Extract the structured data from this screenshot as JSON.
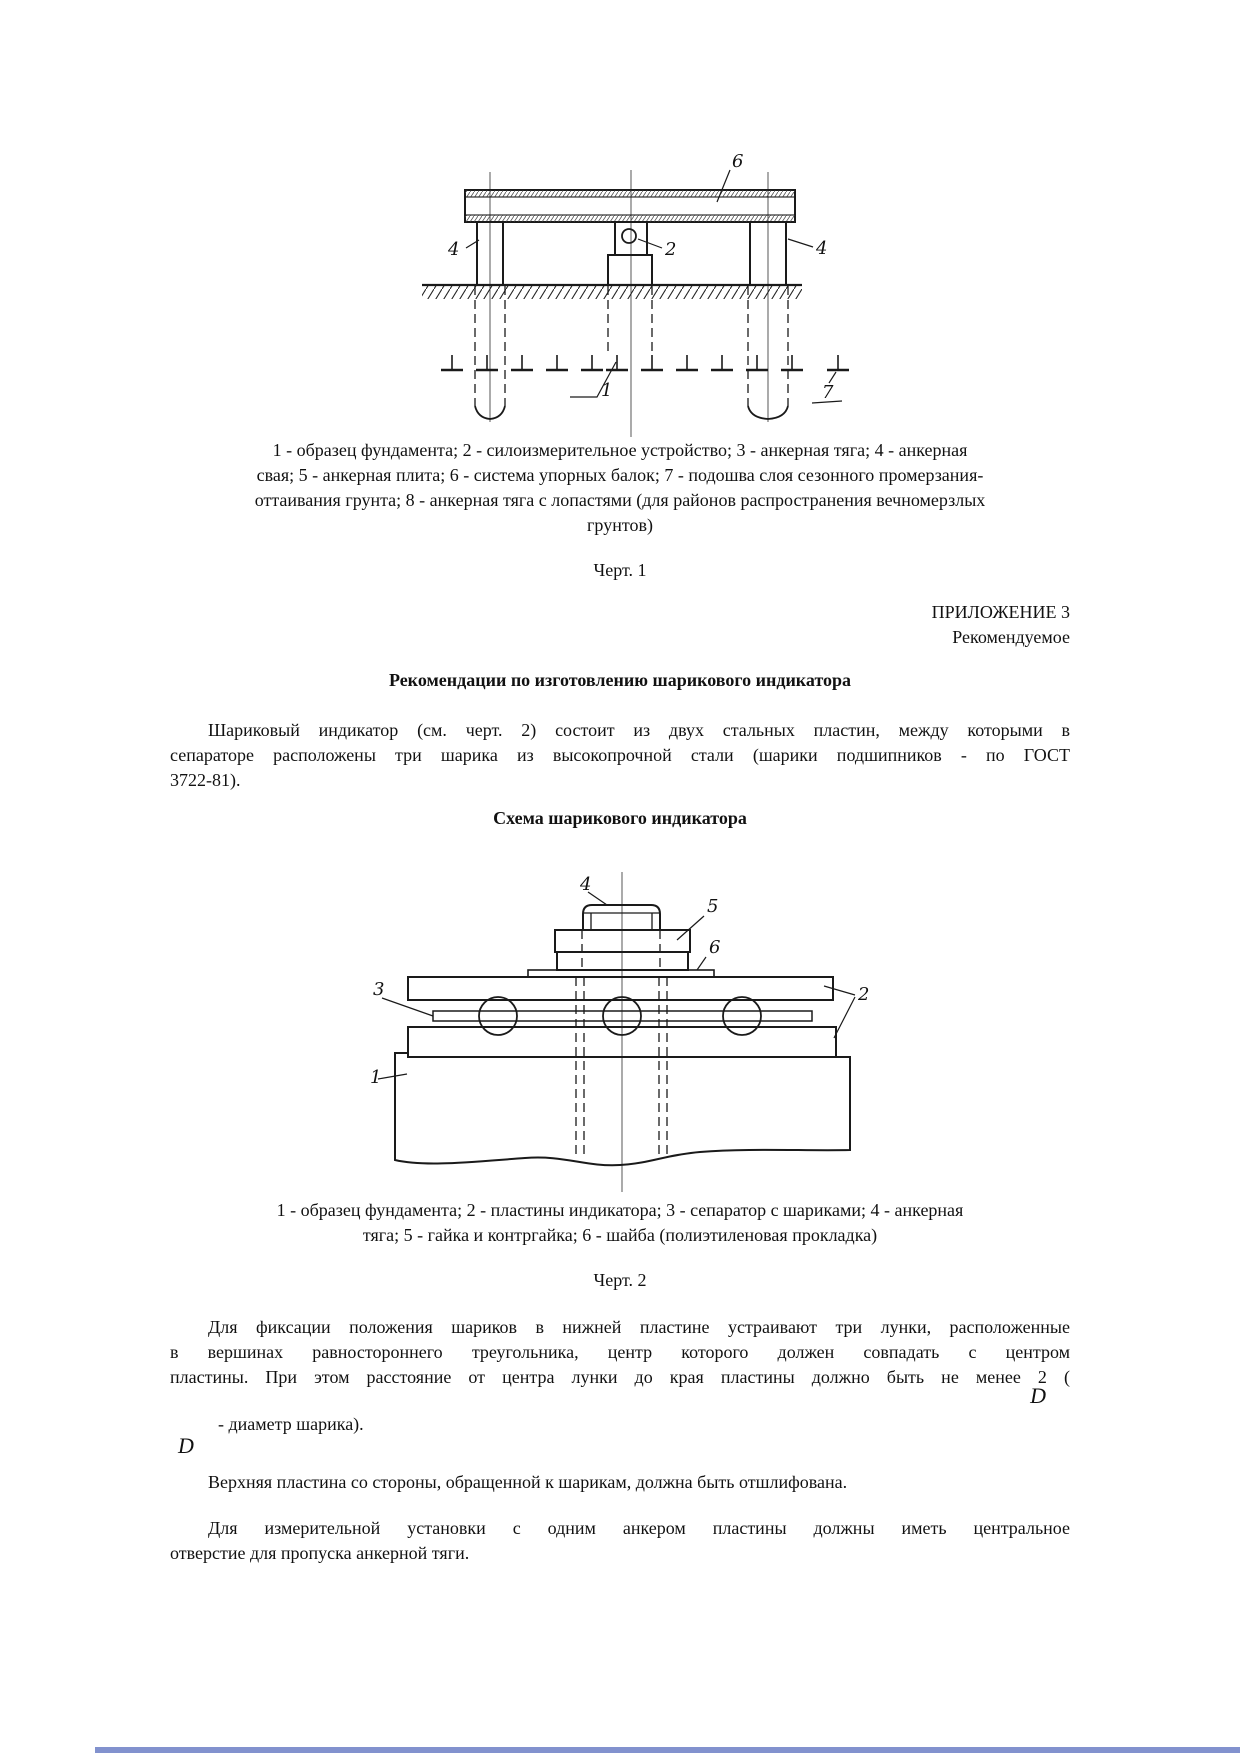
{
  "figure1": {
    "labels": {
      "anchor_pile_left": "4",
      "beam_system": "6",
      "load_device": "2",
      "anchor_pile_right": "4",
      "foundation_sample": "1",
      "frost_layer_sole": "7"
    },
    "caption_lines": [
      "1 - образец фундамента; 2 - силоизмерительное устройство; 3 - анкерная тяга; 4 - анкерная",
      "свая; 5 - анкерная плита; 6 - система упорных балок; 7 - подошва слоя сезонного промерзания-",
      "оттаивания грунта; 8 - анкерная тяга с лопастями (для районов распространения вечномерзлых",
      "грунтов)"
    ],
    "figure_number": "Черт. 1"
  },
  "appendix": {
    "title": "ПРИЛОЖЕНИЕ 3",
    "subtitle": "Рекомендуемое"
  },
  "section": {
    "heading": "Рекомендации по изготовлению шарикового индикатора",
    "para1_lines": [
      "Шариковый индикатор (см. черт. 2) состоит из двух стальных пластин, между которыми в",
      "сепараторе расположены три шарика из высокопрочной стали (шарики подшипников - по ГОСТ",
      "3722-81)."
    ],
    "scheme_heading": "Схема шарикового индикатора"
  },
  "figure2": {
    "labels": {
      "foundation_sample": "1",
      "indicator_plates": "2",
      "separator_with_balls": "3",
      "anchor_rod": "4",
      "nut_and_locknut": "5",
      "washer": "6"
    },
    "caption_lines": [
      "1 - образец фундамента; 2 - пластины индикатора; 3 - сепаратор с шариками; 4 - анкерная",
      "тяга; 5 - гайка и контргайка; 6 - шайба (полиэтиленовая прокладка)"
    ],
    "figure_number": "Черт. 2"
  },
  "body": {
    "para2_lines": [
      "Для фиксации положения шариков в нижней пластине устраивают три лунки, расположенные",
      "в вершинах равностороннего треугольника, центр которого должен совпадать с центром",
      "пластины. При этом расстояние  от центра лунки до края пластины должно быть не менее 2 ("
    ],
    "d_symbol_right": "D",
    "diameter_note": "- диаметр шарика).",
    "d_symbol_left": "D",
    "para3": "Верхняя пластина со стороны, обращенной к шарикам, должна быть отшлифована.",
    "para4_lines": [
      "Для измерительной установки с одним анкером пластины должны иметь центральное",
      "отверстие для пропуска анкерной тяги."
    ]
  },
  "accent_color": "#8292ce"
}
